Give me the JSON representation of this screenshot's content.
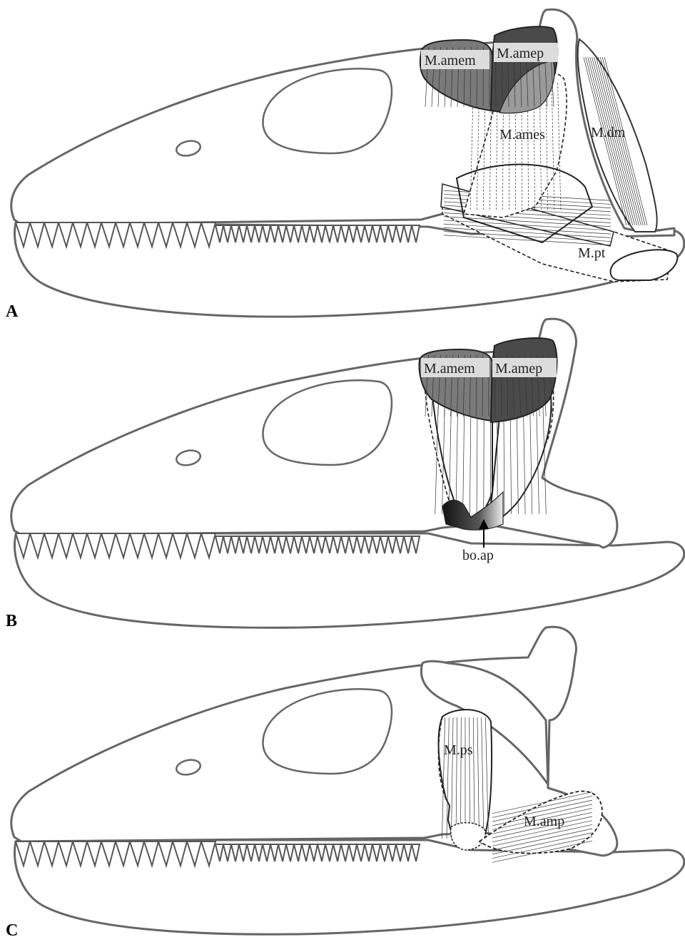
{
  "panels": [
    {
      "letter": "A",
      "labels": {
        "amem": "M.amem",
        "amep": "M.amep",
        "ames": "M.ames",
        "dm": "M.dm",
        "pt": "M.pt"
      }
    },
    {
      "letter": "B",
      "labels": {
        "amem": "M.amem",
        "amep": "M.amep",
        "boap": "bo.ap"
      }
    },
    {
      "letter": "C",
      "labels": {
        "ps": "M.ps",
        "amp": "M.amp"
      }
    }
  ],
  "colors": {
    "outline": "#666666",
    "muscle_dark": "#4a4a4a",
    "muscle_medium": "#7a7a7a",
    "label_background": "#dcdcdc"
  }
}
